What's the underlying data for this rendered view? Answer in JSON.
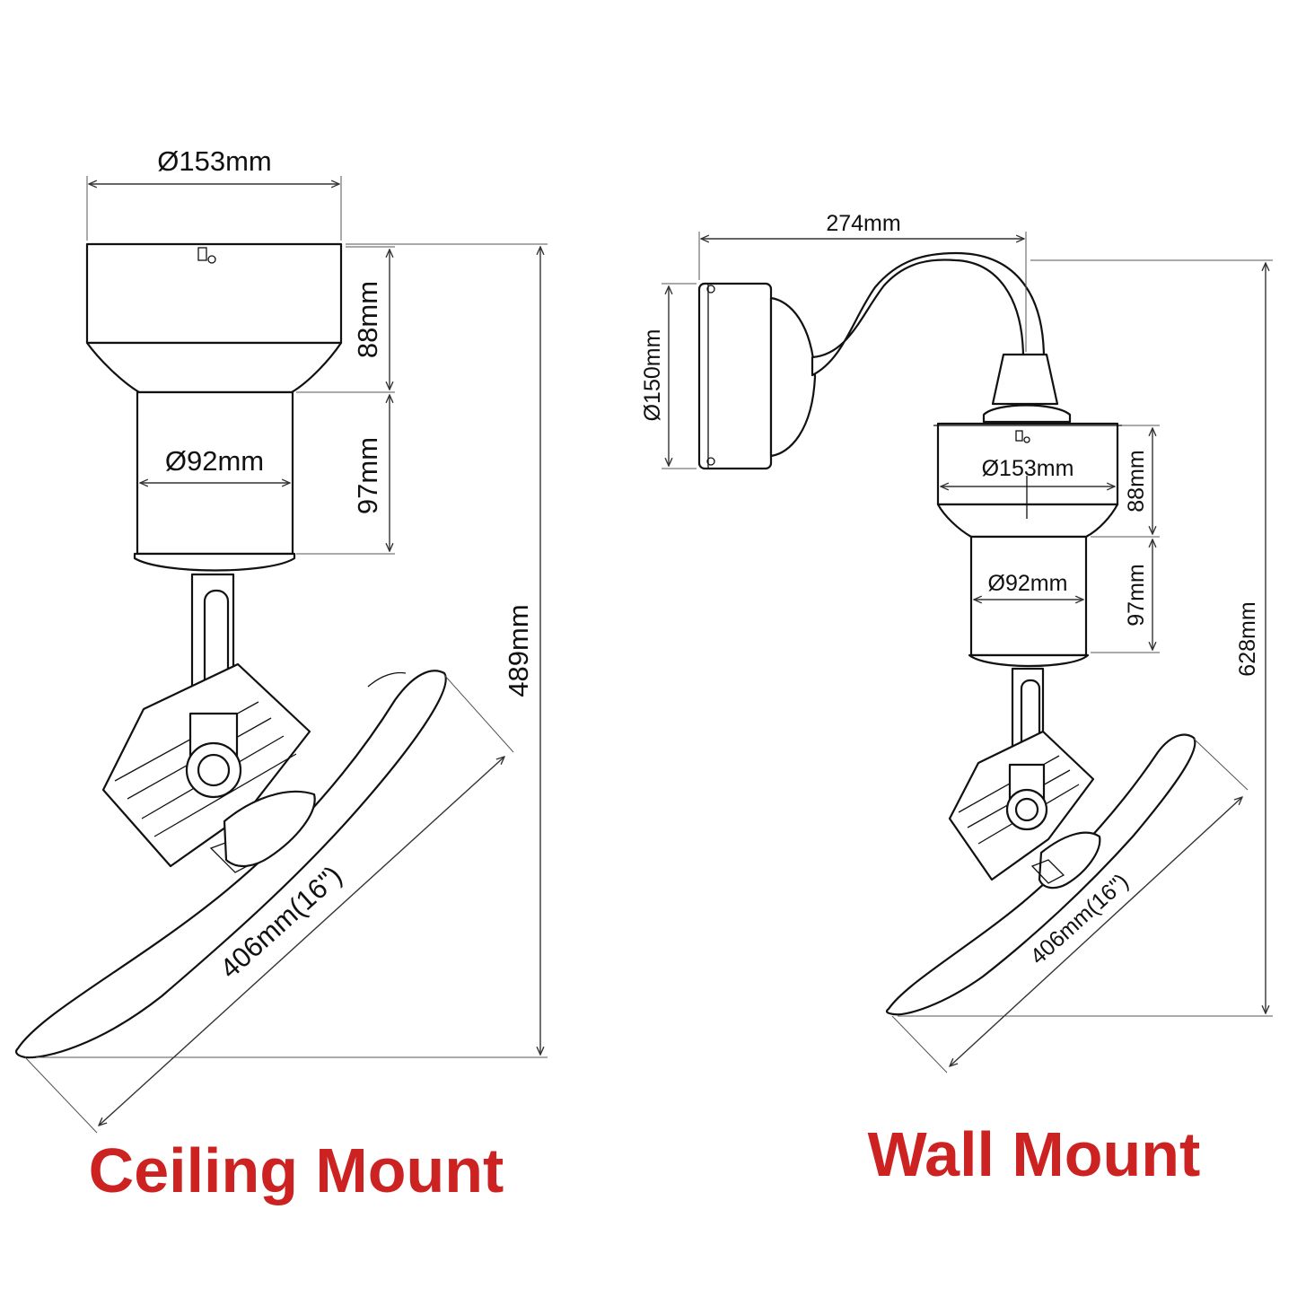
{
  "colors": {
    "caption": "#cc2222",
    "line": "#111111",
    "background": "#ffffff"
  },
  "ceiling": {
    "caption": "Ceiling Mount",
    "canopy_diameter": "Ø153mm",
    "canopy_height": "88mm",
    "motor_diameter": "Ø92mm",
    "motor_height": "97mm",
    "overall_height": "489mm",
    "blade_length": "406mm(16\")"
  },
  "wall": {
    "caption": "Wall Mount",
    "arm_reach": "274mm",
    "wall_plate_diameter": "Ø150mm",
    "canopy_diameter": "Ø153mm",
    "canopy_height": "88mm",
    "motor_diameter": "Ø92mm",
    "motor_height": "97mm",
    "overall_height": "628mm",
    "blade_length": "406mm(16\")"
  }
}
